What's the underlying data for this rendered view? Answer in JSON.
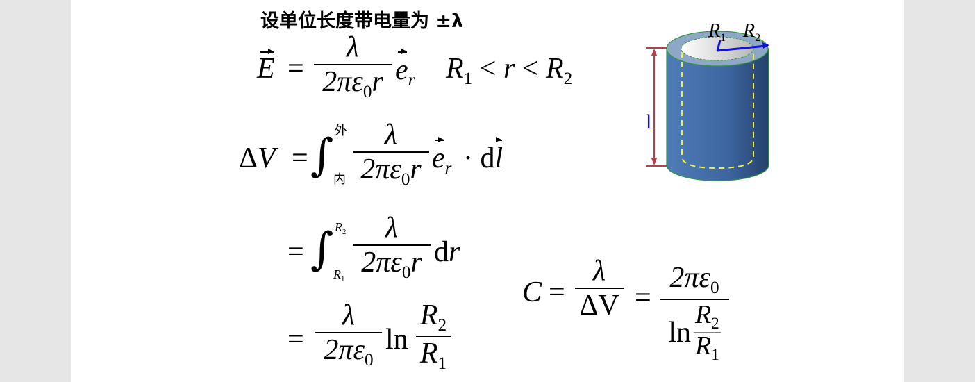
{
  "title": "设单位长度带电量为 ±λ",
  "eq1": {
    "lhs": "E",
    "eq": "=",
    "num": "λ",
    "den_a": "2πε",
    "den_sub": "0",
    "den_b": "r",
    "unit": "e",
    "unit_sub": "r",
    "cond_r1": "R",
    "cond_r1_sub": "1",
    "lt1": "<",
    "r": "r",
    "lt2": "<",
    "cond_r2": "R",
    "cond_r2_sub": "2"
  },
  "eq2": {
    "lhs": "ΔV",
    "eq": "=",
    "integral": "∫",
    "upper": "外",
    "lower": "内",
    "num": "λ",
    "den_a": "2πε",
    "den_sub": "0",
    "den_b": "r",
    "unit": "e",
    "unit_sub": "r",
    "dot": "·",
    "d": "d",
    "l": "l"
  },
  "eq3": {
    "eq": "=",
    "integral": "∫",
    "upper": "R",
    "upper_sub": "2",
    "lower": "R",
    "lower_sub": "1",
    "num": "λ",
    "den_a": "2πε",
    "den_sub": "0",
    "den_b": "r",
    "d": "d",
    "r": "r"
  },
  "eq4": {
    "eq": "=",
    "num": "λ",
    "den_a": "2πε",
    "den_sub": "0",
    "ln": "ln",
    "r_num": "R",
    "r_num_sub": "2",
    "r_den": "R",
    "r_den_sub": "1"
  },
  "eq5": {
    "lhs": "C",
    "eq1": "=",
    "num1": "λ",
    "den1": "ΔV",
    "eq2": "=",
    "num2_a": "2πε",
    "num2_sub": "0",
    "ln": "ln",
    "r_num": "R",
    "r_num_sub": "2",
    "r_den": "R",
    "r_den_sub": "1"
  },
  "figure": {
    "label_r1": "R",
    "label_r1_sub": "1",
    "label_r2": "R",
    "label_r2_sub": "2",
    "label_length": "l",
    "colors": {
      "cylinder": "#3f6aa3",
      "top": "#8fa7c6",
      "edge": "#2e9a3a",
      "dash": "#f2ef3a",
      "arrow": "#b5404a",
      "radius": "#1010e0"
    }
  }
}
